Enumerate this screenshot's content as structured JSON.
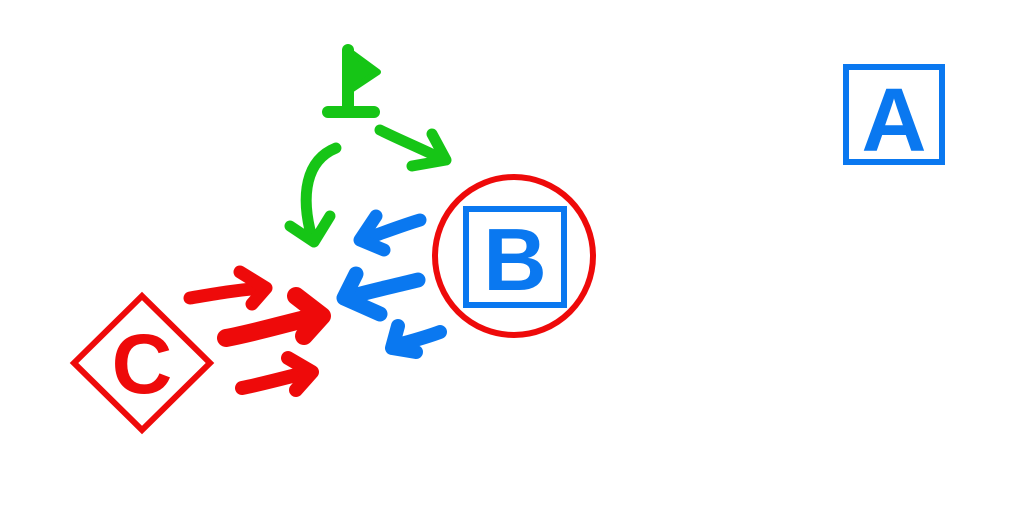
{
  "colors": {
    "blue": "#0a78f0",
    "red": "#ee0a0a",
    "green": "#16c516",
    "background": "#ffffff"
  },
  "nodes": {
    "a": {
      "label": "A",
      "shape": "square",
      "color": "#0a78f0"
    },
    "b": {
      "label": "B",
      "shape": "square-in-circle",
      "color": "#0a78f0",
      "ring_color": "#ee0a0a"
    },
    "c": {
      "label": "C",
      "shape": "diamond",
      "color": "#ee0a0a"
    }
  },
  "markers": {
    "flag": {
      "icon": "flag-icon",
      "color": "#16c516"
    }
  },
  "arrows": {
    "green": {
      "count": 2,
      "color": "#16c516",
      "from": "flag"
    },
    "blue": {
      "count": 3,
      "color": "#0a78f0",
      "from": "b"
    },
    "red": {
      "count": 3,
      "color": "#ee0a0a",
      "from": "c"
    }
  }
}
